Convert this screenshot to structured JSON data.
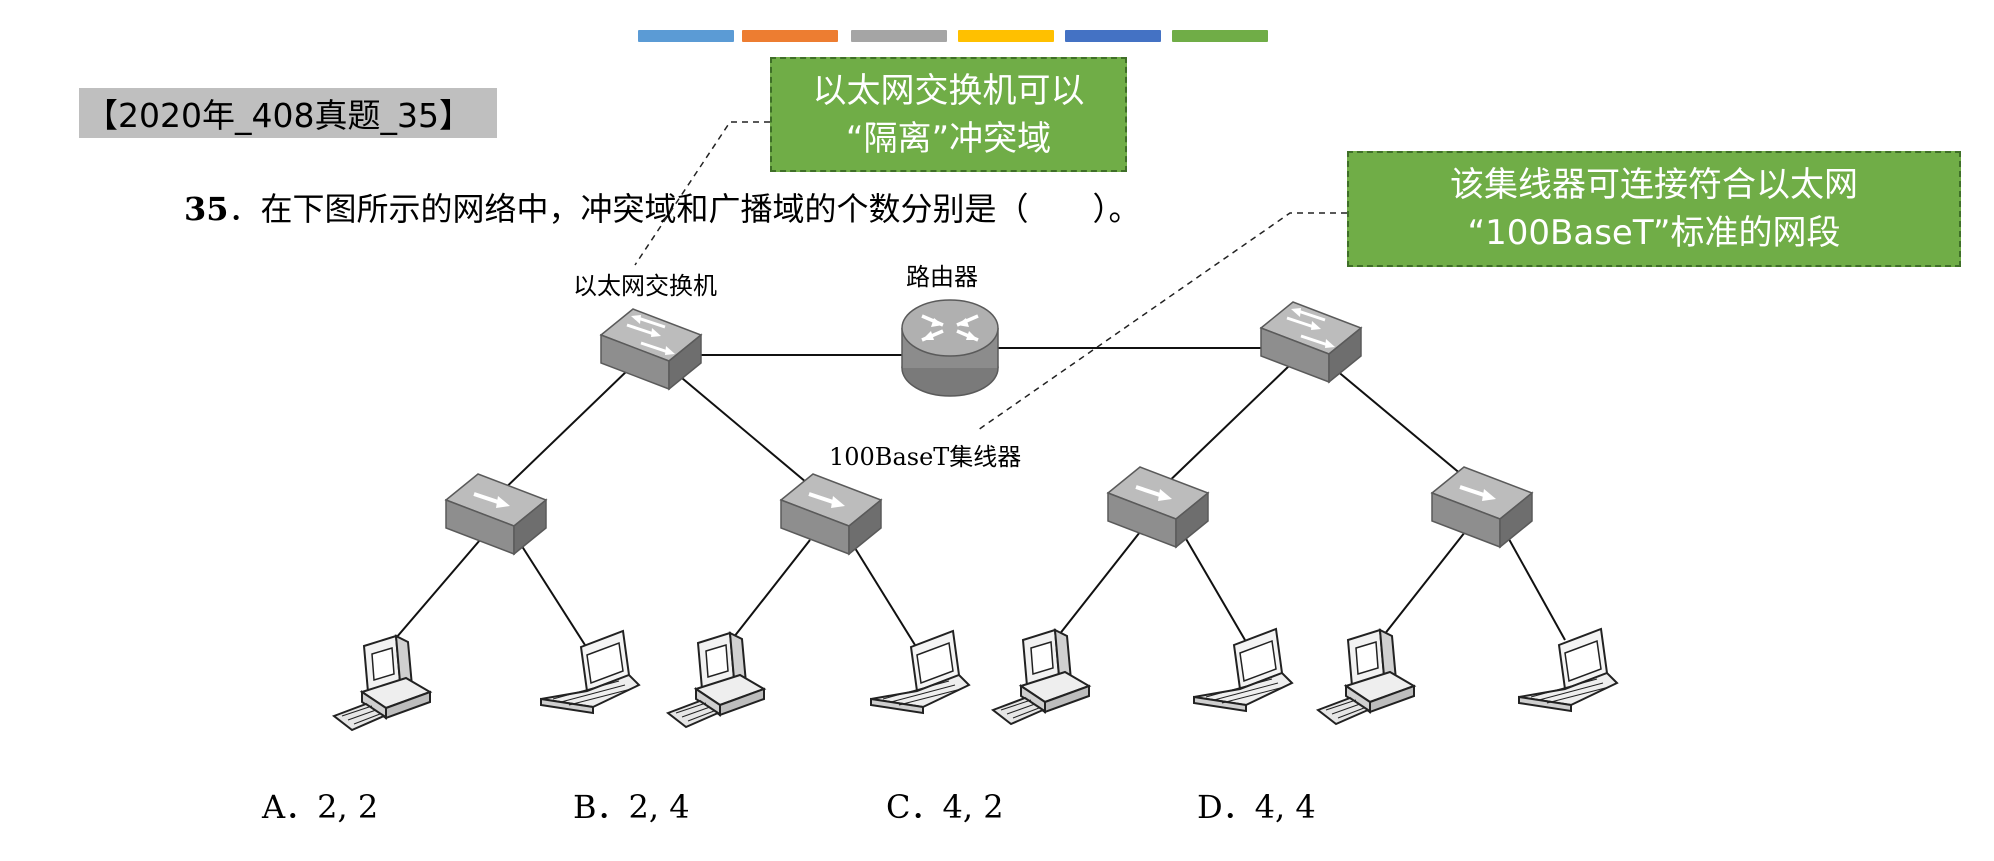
{
  "color_bars": [
    "#5b9bd5",
    "#ed7d31",
    "#a5a5a5",
    "#ffc000",
    "#4472c4",
    "#70ad47"
  ],
  "tag": "【2020年_408真题_35】",
  "callouts": {
    "switch_note_line1": "以太网交换机可以",
    "switch_note_line2": "“隔离”冲突域",
    "hub_note_line1": "该集线器可连接符合以太网",
    "hub_note_line2": "“100BaseT”标准的网段"
  },
  "question": {
    "number": "35",
    "text": "．在下图所示的网络中，冲突域和广播域的个数分别是（　　）。"
  },
  "diagram": {
    "switch_label": "以太网交换机",
    "router_label": "路由器",
    "hub_label": "100BaseT集线器"
  },
  "options": [
    {
      "letter": "A",
      "text": "A．2, 2"
    },
    {
      "letter": "B",
      "text": "B．2, 4"
    },
    {
      "letter": "C",
      "text": "C．4, 2"
    },
    {
      "letter": "D",
      "text": "D．4, 4"
    }
  ]
}
